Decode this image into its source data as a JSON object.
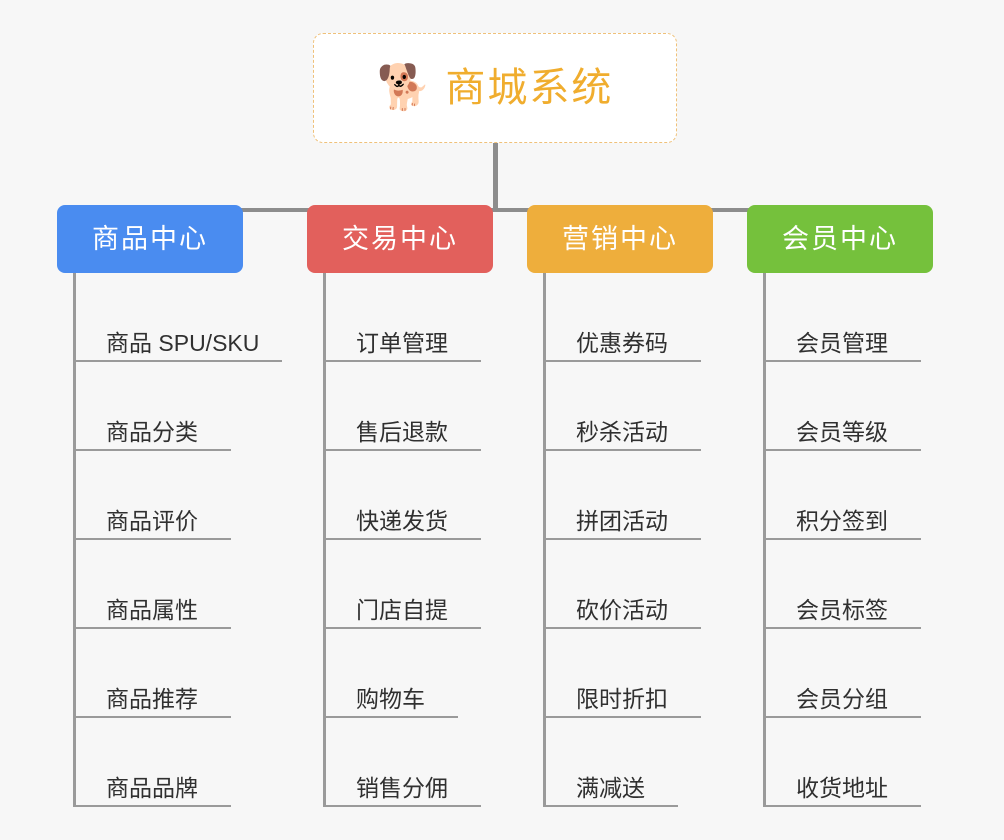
{
  "root": {
    "icon": "shiba-dog-face-icon",
    "emoji": "🐕",
    "title": "商城系统",
    "title_color": "#f0ad2e",
    "border_color": "#efc17a",
    "background": "#ffffff"
  },
  "canvas": {
    "background": "#f7f7f7",
    "connector_color": "#8d8d8d",
    "leaf_line_color": "#9a9a9a",
    "leaf_text_color": "#303030"
  },
  "categories": [
    {
      "label": "商品中心",
      "color": "#4a8cf0",
      "items": [
        {
          "label": "商品 SPU/SKU",
          "underline_width": 206
        },
        {
          "label": "商品分类",
          "underline_width": 155
        },
        {
          "label": "商品评价",
          "underline_width": 155
        },
        {
          "label": "商品属性",
          "underline_width": 155
        },
        {
          "label": "商品推荐",
          "underline_width": 155
        },
        {
          "label": "商品品牌",
          "underline_width": 155
        }
      ]
    },
    {
      "label": "交易中心",
      "color": "#e2605c",
      "items": [
        {
          "label": "订单管理",
          "underline_width": 155
        },
        {
          "label": "售后退款",
          "underline_width": 155
        },
        {
          "label": "快递发货",
          "underline_width": 155
        },
        {
          "label": "门店自提",
          "underline_width": 155
        },
        {
          "label": "购物车",
          "underline_width": 132
        },
        {
          "label": "销售分佣",
          "underline_width": 155
        }
      ]
    },
    {
      "label": "营销中心",
      "color": "#eeae3c",
      "items": [
        {
          "label": "优惠券码",
          "underline_width": 155
        },
        {
          "label": "秒杀活动",
          "underline_width": 155
        },
        {
          "label": "拼团活动",
          "underline_width": 155
        },
        {
          "label": "砍价活动",
          "underline_width": 155
        },
        {
          "label": "限时折扣",
          "underline_width": 155
        },
        {
          "label": "满减送",
          "underline_width": 132
        }
      ]
    },
    {
      "label": "会员中心",
      "color": "#75c13c",
      "items": [
        {
          "label": "会员管理",
          "underline_width": 155
        },
        {
          "label": "会员等级",
          "underline_width": 155
        },
        {
          "label": "积分签到",
          "underline_width": 155
        },
        {
          "label": "会员标签",
          "underline_width": 155
        },
        {
          "label": "会员分组",
          "underline_width": 155
        },
        {
          "label": "收货地址",
          "underline_width": 155
        }
      ]
    }
  ]
}
